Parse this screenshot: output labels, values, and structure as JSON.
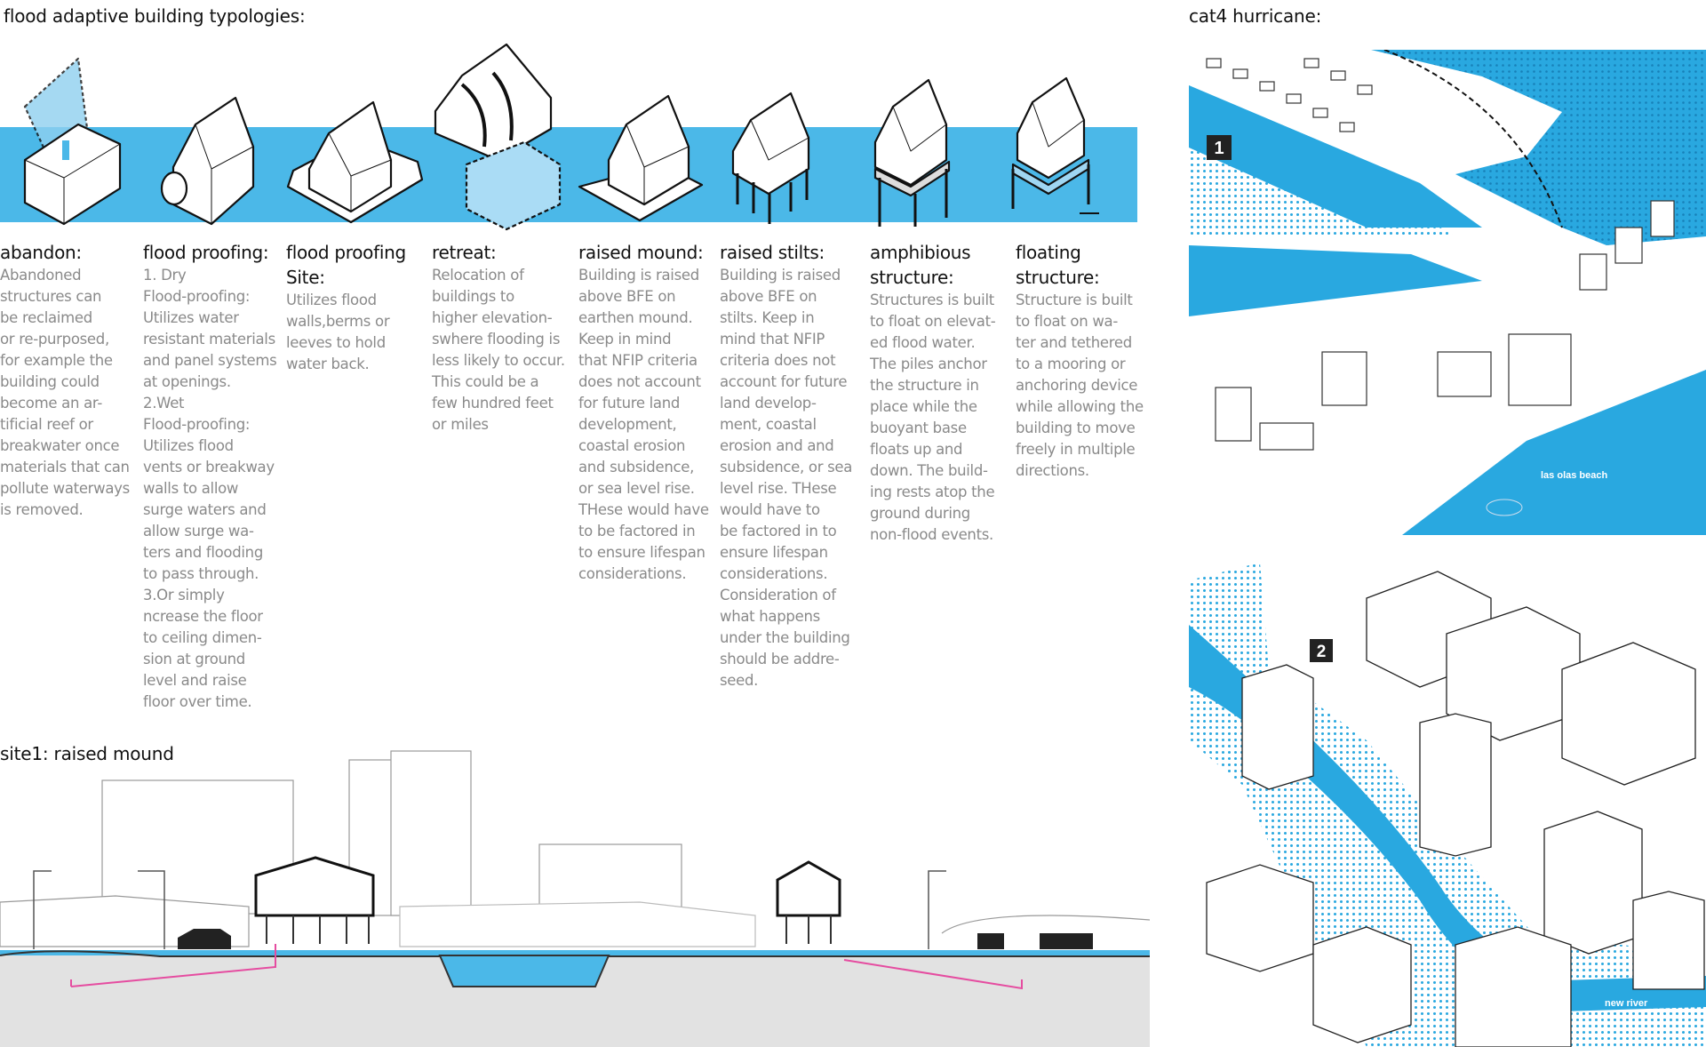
{
  "typologies_title": "flood adaptive building typologies:",
  "colors": {
    "water": "#4bb8e8",
    "map_water": "#29a8e0",
    "pipe": "#e54ca0",
    "ground": "#e2e2e2"
  },
  "columns": [
    {
      "heading": "abandon:",
      "body": "Abandoned\nstructures can\nbe reclaimed\nor re-purposed,\nfor example the\nbuilding could\nbecome an ar-\ntificial reef or\nbreakwater once\nmaterials that can\npollute waterways\nis removed."
    },
    {
      "heading": "flood proofing:",
      "body": "1. Dry\nFlood-proofing:\nUtilizes water\nresistant materials\nand panel systems\nat openings.\n2.Wet\nFlood-proofing:\nUtilizes flood\nvents or breakway\nwalls to allow\nsurge waters and\nallow surge wa-\nters and flooding\nto pass through.\n3.Or simply\nncrease the floor\nto ceiling dimen-\nsion at ground\nlevel and raise\nfloor over time."
    },
    {
      "heading": "flood proofing\nSite:",
      "body": "Utilizes flood\nwalls,berms or\nleeves to hold\nwater back."
    },
    {
      "heading": "retreat:",
      "body": "Relocation of\nbuildings to\nhigher elevation-\nswhere flooding is\nless likely to occur.\nThis could be a\nfew hundred feet\nor miles"
    },
    {
      "heading": "raised mound:",
      "body": "Building is raised\nabove BFE on\nearthen mound.\nKeep in mind\nthat NFIP criteria\ndoes not account\nfor future land\ndevelopment,\ncoastal erosion\nand subsidence,\nor sea level rise.\nTHese would have\nto be factored in\nto ensure lifespan\nconsiderations."
    },
    {
      "heading": "raised stilts:",
      "body": "Building is raised\nabove BFE on\nstilts. Keep in\nmind that NFIP\ncriteria does not\naccount for future\nland develop-\nment, coastal\nerosion and and\nsubsidence, or sea\nlevel rise. THese\nwould have to\nbe factored in to\nensure lifespan\nconsiderations.\nConsideration of\nwhat happens\nunder the building\nshould be addre-\nseed."
    },
    {
      "heading": "amphibious\nstructure:",
      "body": "Structures is built\nto float on elevat-\ned flood water.\nThe piles anchor\nthe structure in\nplace while the\nbuoyant base\nfloats up and\ndown. The build-\ning rests atop the\nground during\nnon-flood events."
    },
    {
      "heading": "floating\nstructure:",
      "body": "Structure is built\nto float on wa-\nter and tethered\nto a mooring or\nanchoring device\nwhile allowing the\nbuilding to move\nfreely in multiple\ndirections."
    }
  ],
  "section_title": "site1: raised mound",
  "map_title": "cat4 hurricane:",
  "maps": [
    {
      "marker": "1",
      "label": "las olas beach"
    },
    {
      "marker": "2",
      "label": "new river"
    }
  ]
}
